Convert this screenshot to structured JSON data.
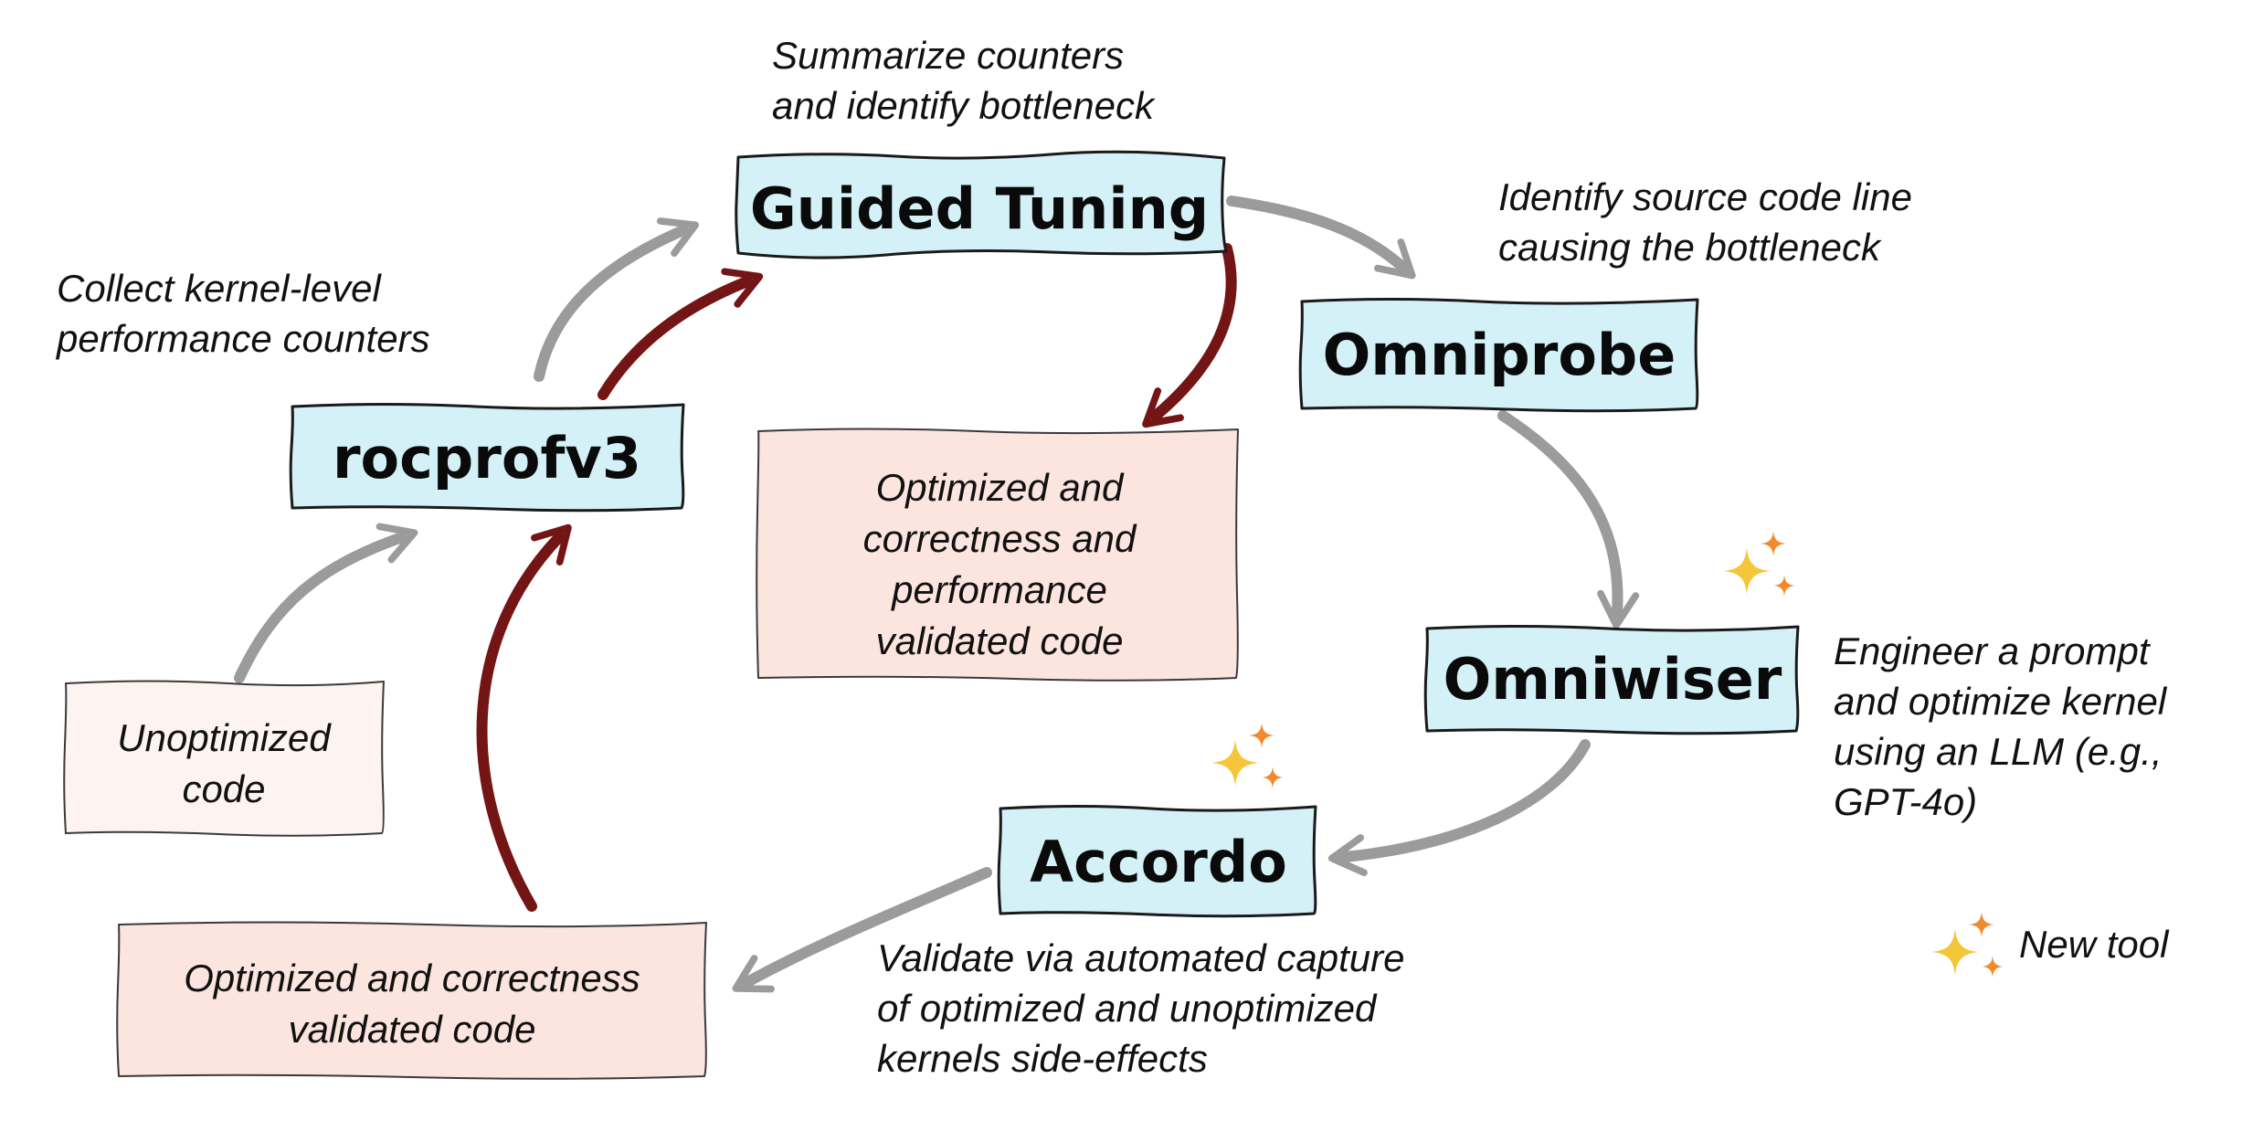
{
  "tools": {
    "guided_tuning": "Guided Tuning",
    "omniprobe": "Omniprobe",
    "rocprofv3": "rocprofv3",
    "omniwiser": "Omniwiser",
    "accordo": "Accordo"
  },
  "annotations": {
    "summarize": [
      "Summarize counters",
      "and identify bottleneck"
    ],
    "identify_line": [
      "Identify source code line",
      "causing the bottleneck"
    ],
    "collect": [
      "Collect kernel-level",
      "performance counters"
    ],
    "engineer": [
      "Engineer a prompt",
      "and optimize kernel",
      "using an LLM (e.g.,",
      "GPT-4o)"
    ],
    "validate": [
      "Validate via automated capture",
      "of optimized and unoptimized",
      "kernels side-effects"
    ]
  },
  "code_boxes": {
    "perf_validated": [
      "Optimized and",
      "correctness and",
      "performance",
      "validated code"
    ],
    "unoptimized": [
      "Unoptimized",
      "code"
    ],
    "correctness_validated": [
      "Optimized and correctness",
      "validated code"
    ]
  },
  "legend": {
    "new_tool_label": "New tool",
    "icon": "sparkle-icon"
  },
  "colors": {
    "tool_box_fill": "#d3f1f7",
    "validated_box_fill": "#fbe5de",
    "unoptimized_box_fill": "#fdf4f1",
    "gray_arrow": "#9b9b9b",
    "red_arrow": "#731514",
    "sparkle_large": "#f5c53a",
    "sparkle_small": "#f08a2c"
  }
}
